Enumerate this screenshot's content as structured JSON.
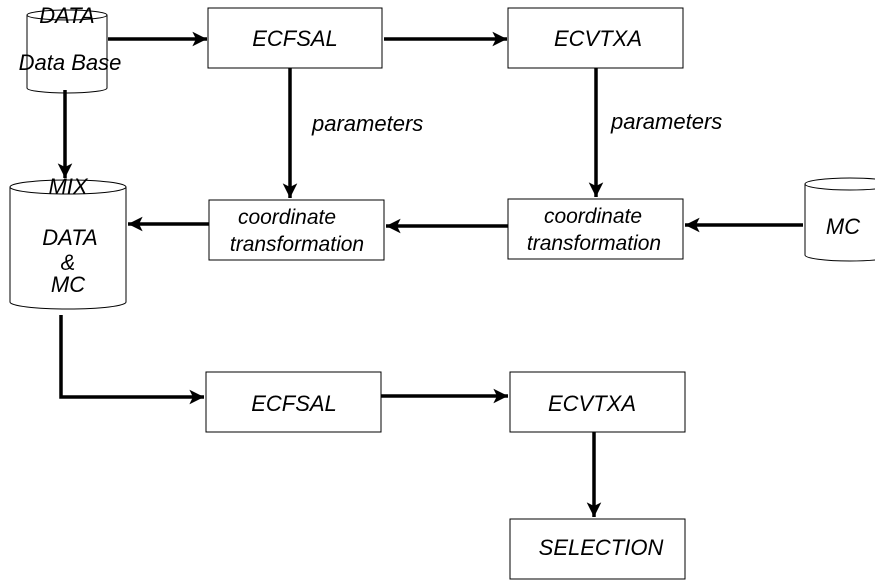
{
  "diagram": {
    "database": {
      "top_label": "DATA",
      "label": "Data Base"
    },
    "mix": {
      "top_label": "MIX",
      "line1": "DATA",
      "line2": "&",
      "line3": "MC"
    },
    "mc": {
      "label": "MC"
    },
    "ecfsal_top": "ECFSAL",
    "ecvtxa_top": "ECVTXA",
    "params_left": "parameters",
    "params_right": "parameters",
    "coord_left": {
      "line1": "coordinate",
      "line2": "transformation"
    },
    "coord_right": {
      "line1": "coordinate",
      "line2": "transformation"
    },
    "ecfsal_bottom": "ECFSAL",
    "ecvtxa_bottom": "ECVTXA",
    "selection": "SELECTION"
  }
}
